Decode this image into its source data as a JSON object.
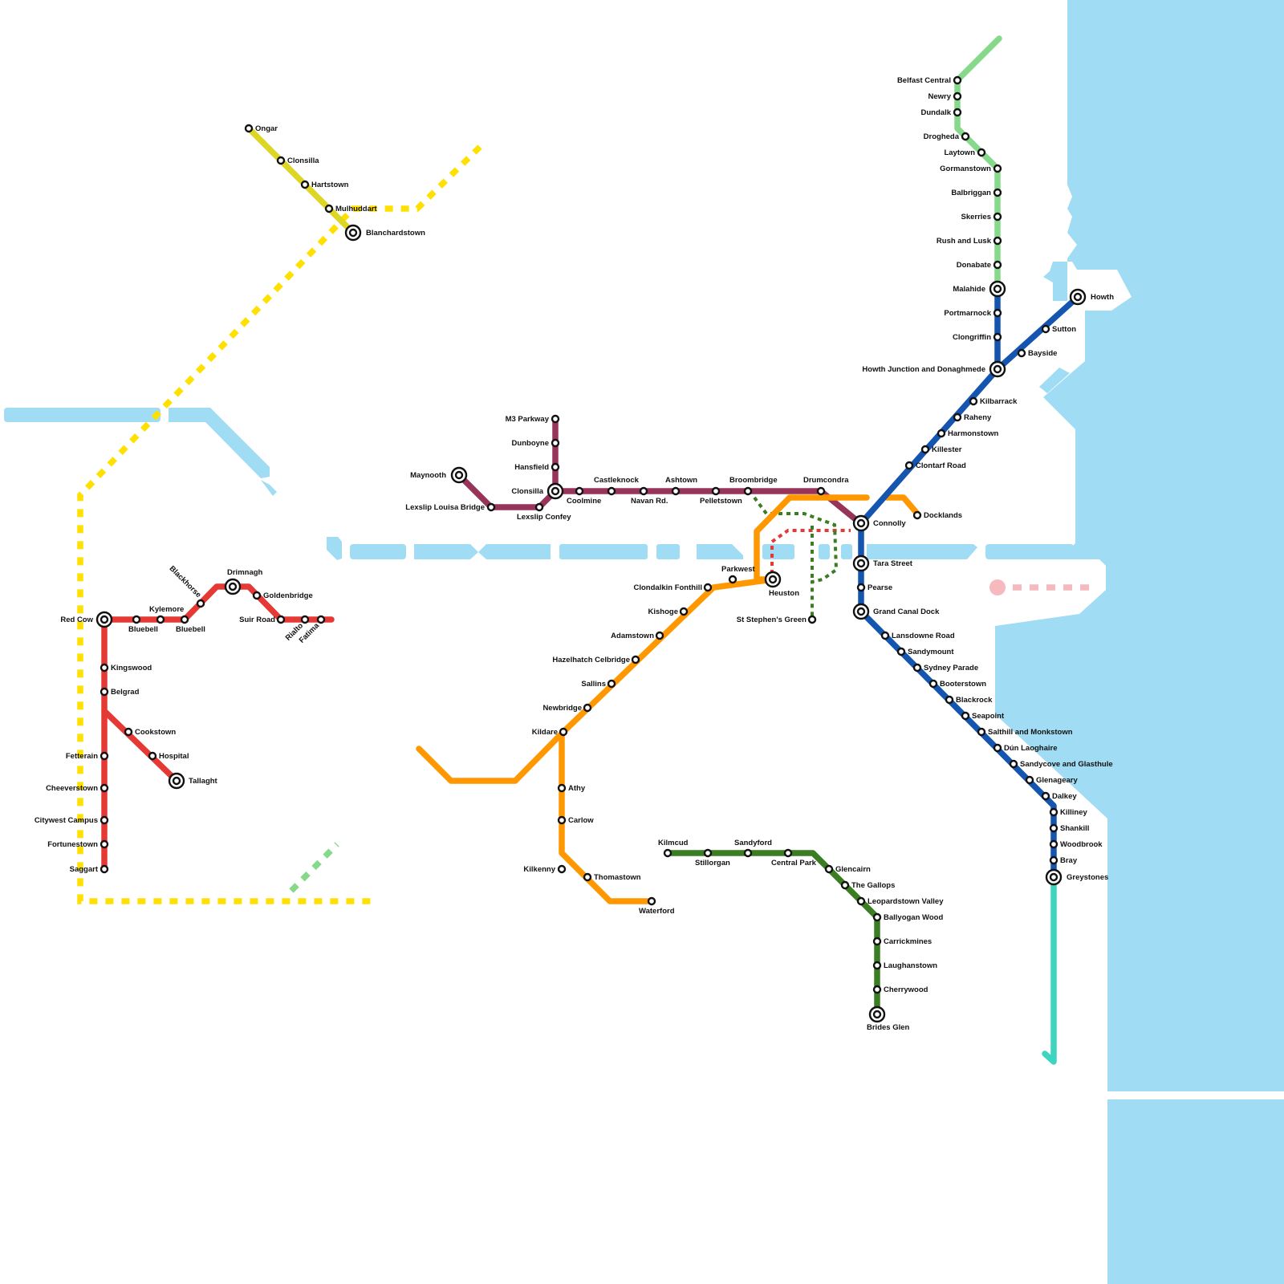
{
  "colors": {
    "water": "#a0dcf4",
    "red_line": "#e53935",
    "yellow_line": "#ddd624",
    "yellow_dotted": "#ffe000",
    "maroon_line": "#96345a",
    "orange_line": "#ff9800",
    "blue_line": "#1455b0",
    "light_green_line": "#86d98a",
    "dark_green_line": "#3a7d22",
    "teal_line": "#3dd4c0",
    "pink_dotted": "#f5b9be"
  },
  "map_labels": {
    "ongar": "Ongar",
    "clonsilla_n": "Clonsilla",
    "hartstown": "Hartstown",
    "mulhuddart": "Mulhuddart",
    "blanchardstown": "Blanchardstown",
    "red_cow": "Red Cow",
    "bluebell_1": "Bluebell",
    "bluebell_2": "Bluebell",
    "kylemore": "Kylemore",
    "blackhorse": "Blackhorse",
    "drimnagh": "Drimnagh",
    "goldenbridge": "Goldenbridge",
    "suir_road": "Suir Road",
    "rialto": "Rialto",
    "fatima": "Fatima",
    "kingswood": "Kingswood",
    "belgrad": "Belgrad",
    "cookstown": "Cookstown",
    "hospital": "Hospital",
    "tallaght": "Tallaght",
    "fetterain": "Fetterain",
    "cheeverstown": "Cheeverstown",
    "citywest_campus": "Citywest Campus",
    "fortunestown": "Fortunestown",
    "saggart": "Saggart",
    "maynooth": "Maynooth",
    "leixlip_louisa": "Lexslip Louisa Bridge",
    "leixlip_confey": "Lexslip Confey",
    "m3_parkway": "M3 Parkway",
    "dunboyne": "Dunboyne",
    "hansfield": "Hansfield",
    "clonsilla": "Clonsilla",
    "coolmine": "Coolmine",
    "castleknock": "Castleknock",
    "navan_rd": "Navan Rd.",
    "ashtown": "Ashtown",
    "pelletstown": "Pelletstown",
    "broombridge": "Broombridge",
    "drumcondra": "Drumcondra",
    "connolly": "Connolly",
    "docklands": "Docklands",
    "tara_street": "Tara Street",
    "pearse": "Pearse",
    "grand_canal_dock": "Grand Canal Dock",
    "heuston": "Heuston",
    "parkwest": "Parkwest",
    "clondalkin": "Clondalkin Fonthill",
    "st_stephens": "St Stephen's Green",
    "kishoge": "Kishoge",
    "adamstown": "Adamstown",
    "hazelhatch": "Hazelhatch Celbridge",
    "sallins": "Sallins",
    "newbridge": "Newbridge",
    "kildare": "Kildare",
    "athy": "Athy",
    "carlow": "Carlow",
    "kilkenny": "Kilkenny",
    "thomastown": "Thomastown",
    "waterford": "Waterford",
    "kilmcud": "Kilmcud",
    "stillorgan": "Stillorgan",
    "sandyford": "Sandyford",
    "central_park": "Central Park",
    "glencairn": "Glencairn",
    "the_gallops": "The Gallops",
    "leopardstown": "Leopardstown Valley",
    "ballyogan": "Ballyogan Wood",
    "carrickmines": "Carrickmines",
    "laughanstown": "Laughanstown",
    "cherrywood": "Cherrywood",
    "brides_glen": "Brides Glen",
    "belfast_central": "Belfast Central",
    "newry": "Newry",
    "dundalk": "Dundalk",
    "drogheda": "Drogheda",
    "laytown": "Laytown",
    "gormanstown": "Gormanstown",
    "balbriggan": "Balbriggan",
    "skerries": "Skerries",
    "rush_lusk": "Rush and Lusk",
    "donabate": "Donabate",
    "malahide": "Malahide",
    "portmarnock": "Portmarnock",
    "clongriffin": "Clongriffin",
    "howth_junction": "Howth Junction and Donaghmede",
    "howth": "Howth",
    "sutton": "Sutton",
    "bayside": "Bayside",
    "kilbarrack": "Kilbarrack",
    "raheny": "Raheny",
    "harmonstown": "Harmonstown",
    "killester": "Killester",
    "clontarf_road": "Clontarf Road",
    "lansdowne_road": "Lansdowne Road",
    "sandymount": "Sandymount",
    "sydney_parade": "Sydney Parade",
    "booterstown": "Booterstown",
    "blackrock": "Blackrock",
    "seapoint": "Seapoint",
    "salthill": "Salthill and Monkstown",
    "dun_laoghaire": "Dún Laoghaire",
    "sandycove": "Sandycove and Glasthule",
    "glenageary": "Glenageary",
    "dalkey": "Dalkey",
    "killiney": "Killiney",
    "shankill": "Shankill",
    "woodbrook": "Woodbrook",
    "bray": "Bray",
    "greystones": "Greystones"
  }
}
